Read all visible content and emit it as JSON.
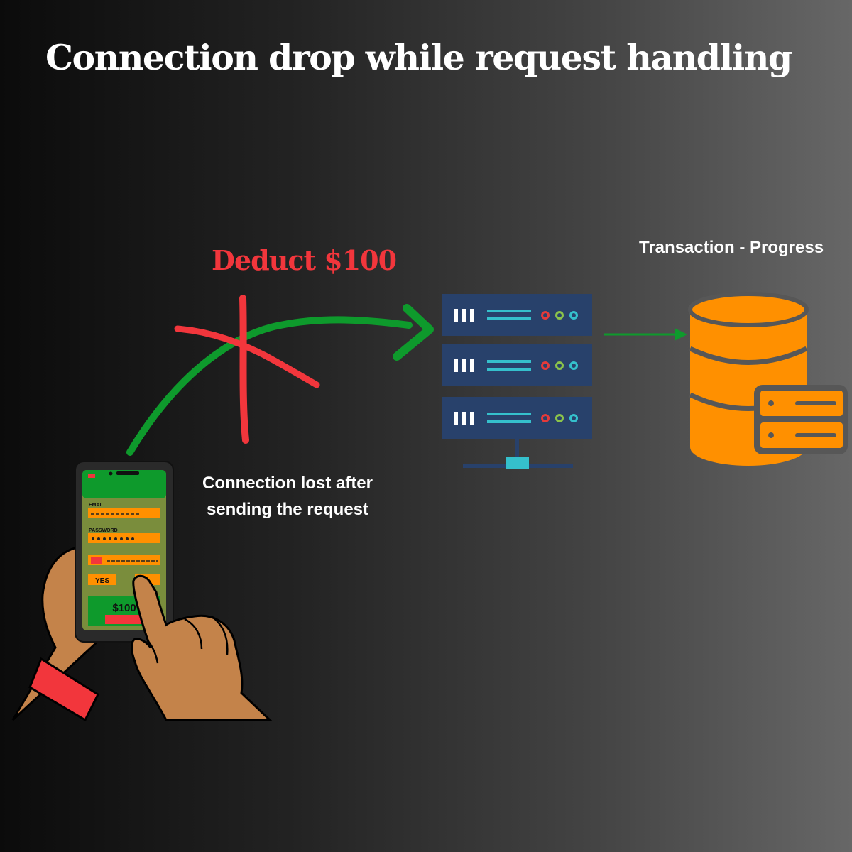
{
  "title": "Connection drop while request handling",
  "request_label": "Deduct $100",
  "database_label": "Transaction - Progress",
  "connection_note": {
    "line1": "Connection lost after",
    "line2": "sending the request"
  },
  "phone_screen": {
    "email_label": "EMAIL",
    "password_label": "PASSWORD",
    "yes_label": "YES",
    "amount": "$100"
  },
  "colors": {
    "request_arrow": "#0e9a2c",
    "failure_cross": "#f2363c",
    "server": "#28416b",
    "server_accent": "#35c0cc",
    "database": "#ff9000",
    "phone_screen": "#7a8d3c",
    "skin": "#c4834a"
  },
  "icons": [
    "smartphone-in-hands-icon",
    "server-rack-icon",
    "database-icon",
    "cross-mark-icon"
  ]
}
